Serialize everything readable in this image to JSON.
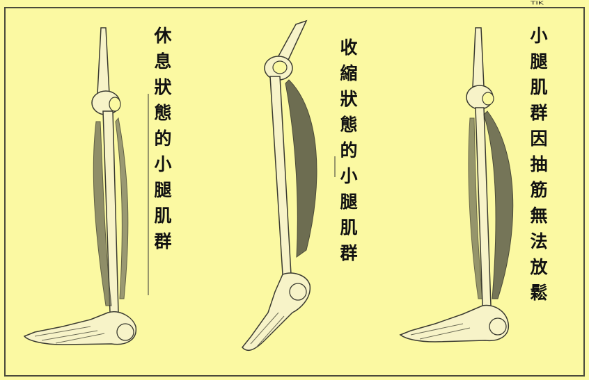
{
  "panels": [
    {
      "label": "休息狀態的小腿肌群"
    },
    {
      "label": "收縮狀態的小腿肌群"
    },
    {
      "label": "小腿肌群因抽筋無法放鬆"
    }
  ],
  "marks": {
    "top_fragment": "TIK"
  },
  "colors": {
    "background": "#fbf9a2",
    "bone": "#f7f3c8",
    "muscle": "#6b6b55",
    "outline": "#2d2d25"
  }
}
